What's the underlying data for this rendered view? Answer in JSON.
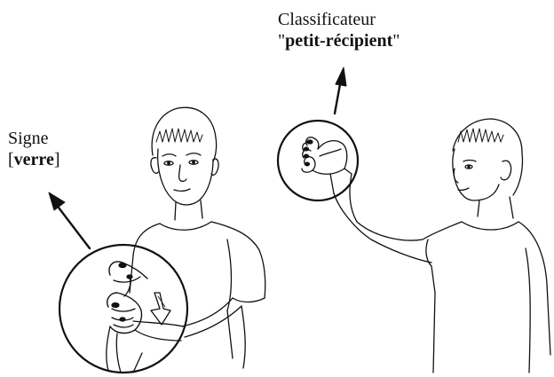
{
  "labels": {
    "signe": {
      "line1": "Signe",
      "open": "[",
      "word": "verre",
      "close": "]"
    },
    "classificateur": {
      "line1": "Classificateur",
      "open": "\"",
      "word": "petit-récipient",
      "close": "\""
    }
  },
  "colors": {
    "ink": "#111111",
    "background": "#ffffff"
  }
}
